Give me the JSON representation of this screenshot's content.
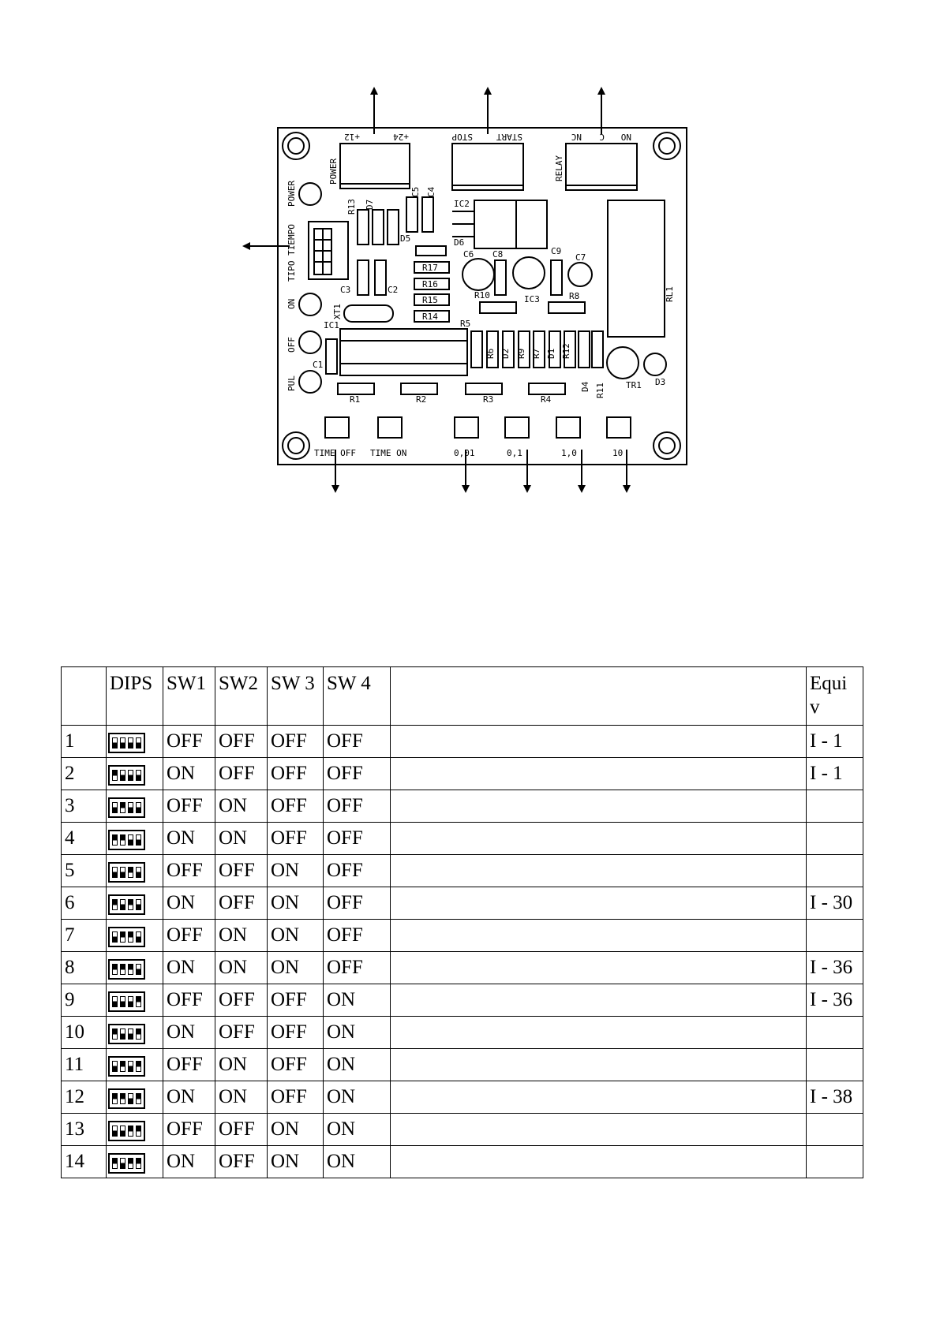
{
  "diagram": {
    "top_labels": {
      "power": [
        "+12",
        "+24"
      ],
      "start_stop": [
        "START",
        "STOP"
      ],
      "relay": [
        "NC",
        "C",
        "NO"
      ]
    },
    "connector_labels": {
      "power": "POWER",
      "relay": "RELAY"
    },
    "left_labels": [
      "POWER",
      "TIPO TIEMPO",
      "ON",
      "OFF",
      "PUL"
    ],
    "components": {
      "ic": [
        "IC1",
        "IC2",
        "IC3"
      ],
      "resistors": [
        "R1",
        "R2",
        "R3",
        "R4",
        "R5",
        "R6",
        "R7",
        "R8",
        "R9",
        "R10",
        "R11",
        "R12",
        "R13",
        "R14",
        "R15",
        "R16",
        "R17"
      ],
      "capacitors": [
        "C1",
        "C2",
        "C3",
        "C4",
        "C5",
        "C6",
        "C7",
        "C8",
        "C9"
      ],
      "diodes": [
        "D1",
        "D2",
        "D3",
        "D4",
        "D5",
        "D6",
        "D7"
      ],
      "other": [
        "XT1",
        "TR1",
        "RL1"
      ]
    },
    "bottom_labels": [
      "TIME OFF",
      "TIME ON",
      "0,01",
      "0,1",
      "1,0",
      "10"
    ]
  },
  "table": {
    "headers": [
      "",
      "DIPS",
      "SW1",
      "SW2",
      "SW 3",
      "SW 4",
      "",
      "Equi v"
    ],
    "rows": [
      {
        "num": "1",
        "sw1": "OFF",
        "sw2": "OFF",
        "sw3": "OFF",
        "sw4": "OFF",
        "desc": "",
        "equiv": "I - 1"
      },
      {
        "num": "2",
        "sw1": "ON",
        "sw2": "OFF",
        "sw3": "OFF",
        "sw4": "OFF",
        "desc": "",
        "equiv": "I - 1"
      },
      {
        "num": "3",
        "sw1": "OFF",
        "sw2": "ON",
        "sw3": "OFF",
        "sw4": "OFF",
        "desc": "",
        "equiv": ""
      },
      {
        "num": "4",
        "sw1": "ON",
        "sw2": "ON",
        "sw3": "OFF",
        "sw4": "OFF",
        "desc": "",
        "equiv": ""
      },
      {
        "num": "5",
        "sw1": "OFF",
        "sw2": "OFF",
        "sw3": "ON",
        "sw4": "OFF",
        "desc": "",
        "equiv": ""
      },
      {
        "num": "6",
        "sw1": "ON",
        "sw2": "OFF",
        "sw3": "ON",
        "sw4": "OFF",
        "desc": "",
        "equiv": "I - 30"
      },
      {
        "num": "7",
        "sw1": "OFF",
        "sw2": "ON",
        "sw3": "ON",
        "sw4": "OFF",
        "desc": "",
        "equiv": ""
      },
      {
        "num": "8",
        "sw1": "ON",
        "sw2": "ON",
        "sw3": "ON",
        "sw4": "OFF",
        "desc": "",
        "equiv": "I - 36"
      },
      {
        "num": "9",
        "sw1": "OFF",
        "sw2": "OFF",
        "sw3": "OFF",
        "sw4": "ON",
        "desc": "",
        "equiv": "I - 36"
      },
      {
        "num": "10",
        "sw1": "ON",
        "sw2": "OFF",
        "sw3": "OFF",
        "sw4": "ON",
        "desc": "",
        "equiv": ""
      },
      {
        "num": "11",
        "sw1": "OFF",
        "sw2": "ON",
        "sw3": "OFF",
        "sw4": "ON",
        "desc": "",
        "equiv": ""
      },
      {
        "num": "12",
        "sw1": "ON",
        "sw2": "ON",
        "sw3": "OFF",
        "sw4": "ON",
        "desc": "",
        "equiv": "I - 38"
      },
      {
        "num": "13",
        "sw1": "OFF",
        "sw2": "OFF",
        "sw3": "ON",
        "sw4": "ON",
        "desc": "",
        "equiv": ""
      },
      {
        "num": "14",
        "sw1": "ON",
        "sw2": "OFF",
        "sw3": "ON",
        "sw4": "ON",
        "desc": "",
        "equiv": ""
      }
    ]
  }
}
